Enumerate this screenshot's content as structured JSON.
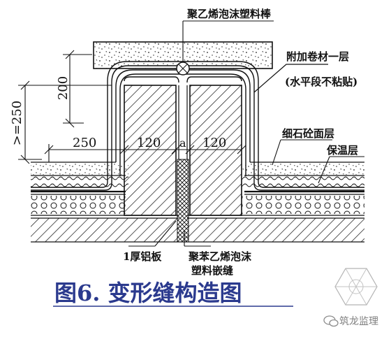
{
  "labels": {
    "foam_rod": "聚乙烯泡沫塑料棒",
    "extra_membrane_1": "附加卷材一层",
    "extra_membrane_2": "(水平段不粘贴)",
    "fine_concrete": "细石砼面层",
    "insulation": "保温层",
    "aluminum_plate": "1厚铝板",
    "joint_filler_1": "聚苯乙烯泡沫",
    "joint_filler_2": "塑料嵌缝"
  },
  "dimensions": {
    "d200": "200",
    "d250_left": ">=250",
    "d250_horizontal": "250",
    "d120_left": "120",
    "gap_a": "a",
    "d120_right": "120"
  },
  "caption": "图6.  变形缝构造图",
  "watermark": "筑龙监理",
  "colors": {
    "caption": "#2b3a8e",
    "lines": "#111111",
    "watermark": "#7a7a7a"
  }
}
